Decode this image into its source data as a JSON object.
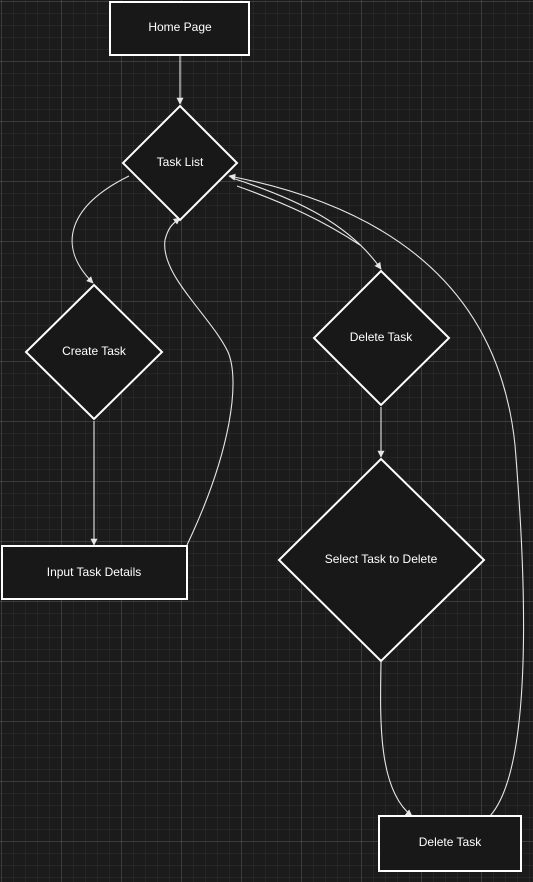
{
  "diagram": {
    "nodes": {
      "home_page": "Home Page",
      "task_list": "Task List",
      "create_task": "Create Task",
      "input_task_details": "Input Task Details",
      "delete_task_decision": "Delete Task",
      "select_task_to_delete": "Select Task to Delete",
      "delete_task_action": "Delete Task"
    },
    "edges": [
      {
        "from": "Home Page",
        "to": "Task List"
      },
      {
        "from": "Task List",
        "to": "Create Task"
      },
      {
        "from": "Create Task",
        "to": "Input Task Details"
      },
      {
        "from": "Input Task Details",
        "to": "Task List"
      },
      {
        "from": "Task List",
        "to": "Delete Task"
      },
      {
        "from": "Delete Task",
        "to": "Select Task to Delete"
      },
      {
        "from": "Select Task to Delete",
        "to": "Delete Task"
      },
      {
        "from": "Delete Task",
        "to": "Task List"
      }
    ],
    "colors": {
      "background": "#1b1b1b",
      "node_fill": "#181818",
      "node_stroke": "#ffffff",
      "edge": "#e6e6e6",
      "text": "#ffffff"
    }
  }
}
